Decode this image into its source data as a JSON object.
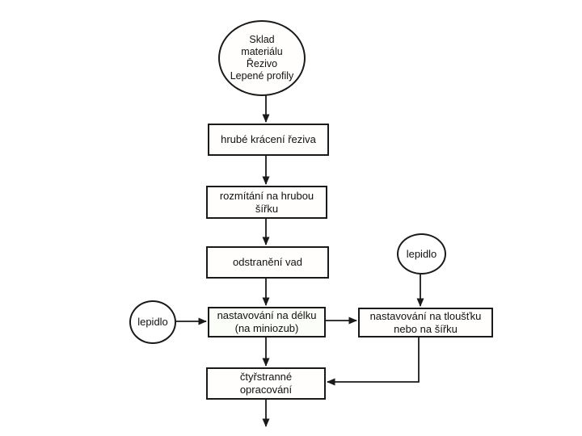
{
  "diagram": {
    "language": "cs",
    "colors": {
      "background": "#ffffff",
      "line": "#1a1a1a",
      "box_border": "#1a1a1a",
      "text": "#111111"
    },
    "nodes": {
      "storage": {
        "shape": "ellipse",
        "lines": [
          "Sklad",
          "materiálu",
          "Řezivo",
          "Lepené profily"
        ]
      },
      "rough_crosscut": {
        "shape": "rect",
        "label": "hrubé krácení řeziva"
      },
      "ripping": {
        "shape": "rect",
        "lines": [
          "rozmítání na hrubou",
          "šířku"
        ]
      },
      "defect_removal": {
        "shape": "rect",
        "label": "odstranění vad"
      },
      "length_jointing": {
        "shape": "rect",
        "lines": [
          "nastavování na délku",
          "(na miniozub)"
        ]
      },
      "glue_left": {
        "shape": "circle",
        "label": "lepidlo"
      },
      "glue_right": {
        "shape": "circle",
        "label": "lepidlo"
      },
      "thickness_jointing": {
        "shape": "rect",
        "lines": [
          "nastavování na tloušťku",
          "nebo na šířku"
        ]
      },
      "four_side_machining": {
        "shape": "rect",
        "lines": [
          "čtyřstranné",
          "opracování"
        ]
      }
    },
    "edges": [
      {
        "from": "storage",
        "to": "rough_crosscut"
      },
      {
        "from": "rough_crosscut",
        "to": "ripping"
      },
      {
        "from": "ripping",
        "to": "defect_removal"
      },
      {
        "from": "defect_removal",
        "to": "length_jointing"
      },
      {
        "from": "glue_left",
        "to": "length_jointing"
      },
      {
        "from": "length_jointing",
        "to": "thickness_jointing"
      },
      {
        "from": "glue_right",
        "to": "thickness_jointing"
      },
      {
        "from": "length_jointing",
        "to": "four_side_machining"
      },
      {
        "from": "thickness_jointing",
        "to": "four_side_machining"
      },
      {
        "from": "four_side_machining",
        "to": "output"
      }
    ]
  }
}
